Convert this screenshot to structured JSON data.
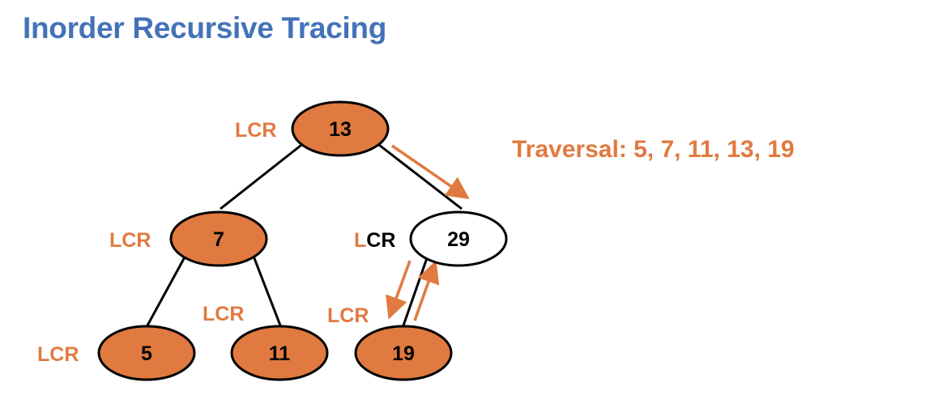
{
  "title": "Inorder Recursive Tracing",
  "traversal": "Traversal: 5, 7, 11, 13, 19",
  "colors": {
    "title": "#4472b8",
    "accent": "#e07a40",
    "node_fill": "#e07a40",
    "node_unvisited_fill": "#ffffff",
    "edge": "#000000"
  },
  "tree": {
    "nodes": [
      {
        "id": "n13",
        "value": "13",
        "visited": true,
        "lcr": {
          "L": "L",
          "CR": "CR",
          "L_active": true,
          "CR_active": true
        }
      },
      {
        "id": "n7",
        "value": "7",
        "visited": true,
        "lcr": {
          "L": "L",
          "CR": "CR",
          "L_active": true,
          "CR_active": true
        }
      },
      {
        "id": "n29",
        "value": "29",
        "visited": false,
        "lcr": {
          "L": "L",
          "CR": "CR",
          "L_active": true,
          "CR_active": false
        }
      },
      {
        "id": "n5",
        "value": "5",
        "visited": true,
        "lcr": {
          "L": "L",
          "CR": "CR",
          "L_active": true,
          "CR_active": true
        }
      },
      {
        "id": "n11",
        "value": "11",
        "visited": true,
        "lcr": {
          "L": "L",
          "CR": "CR",
          "L_active": true,
          "CR_active": true
        }
      },
      {
        "id": "n19",
        "value": "19",
        "visited": true,
        "lcr": {
          "L": "L",
          "CR": "CR",
          "L_active": true,
          "CR_active": true
        }
      }
    ],
    "edges": [
      {
        "from": "n13",
        "to": "n7"
      },
      {
        "from": "n13",
        "to": "n29"
      },
      {
        "from": "n7",
        "to": "n5"
      },
      {
        "from": "n7",
        "to": "n11"
      },
      {
        "from": "n29",
        "to": "n19"
      }
    ],
    "trace_arrows": [
      {
        "from": "n13",
        "to": "n29"
      },
      {
        "from": "n29",
        "to": "n19"
      },
      {
        "from": "n19",
        "to": "n29"
      }
    ]
  }
}
